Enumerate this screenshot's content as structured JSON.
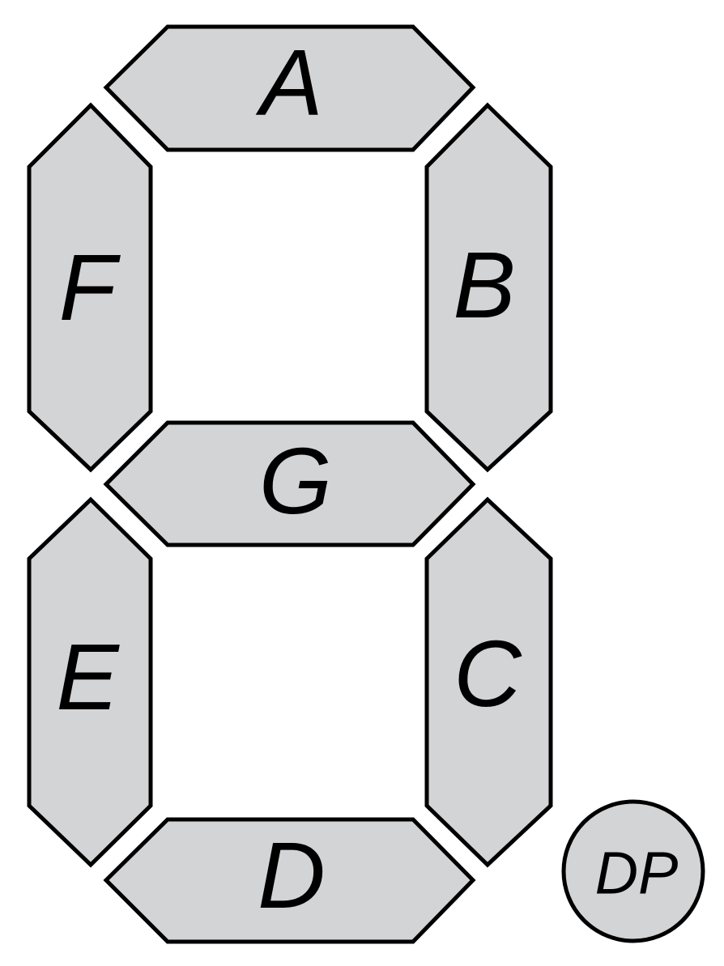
{
  "colors": {
    "segment_fill": "#d3d4d6",
    "stroke": "#000000",
    "background": "#ffffff"
  },
  "segments": {
    "a": {
      "label": "A"
    },
    "b": {
      "label": "B"
    },
    "c": {
      "label": "C"
    },
    "d": {
      "label": "D"
    },
    "e": {
      "label": "E"
    },
    "f": {
      "label": "F"
    },
    "g": {
      "label": "G"
    },
    "dp": {
      "label": "DP"
    }
  }
}
